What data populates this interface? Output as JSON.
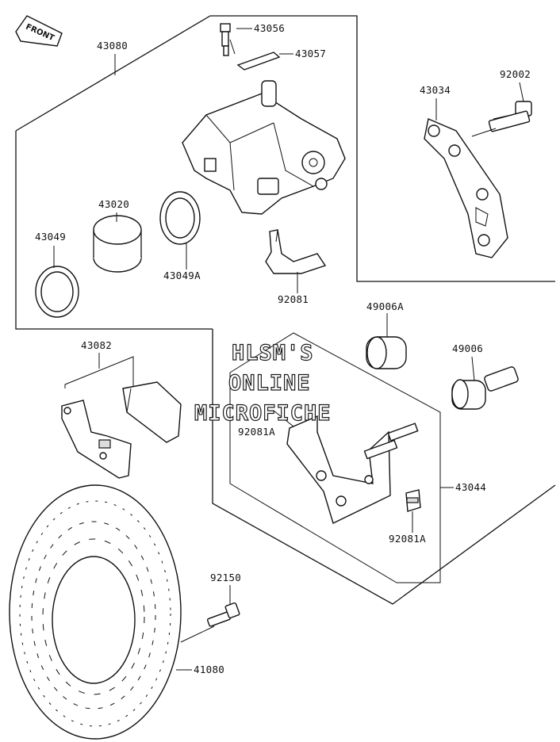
{
  "orientation": {
    "arrow_text": "FRONT",
    "icon": "front-arrow-icon"
  },
  "watermark": {
    "line1": "HLSM'S",
    "line2": "ONLINE",
    "line3": "MICROFICHE"
  },
  "parts": {
    "bleed_valve": "43056",
    "bleed_cap": "43057",
    "caliper_assy": "43080",
    "caliper_bracket": "43034",
    "bolt_bracket": "92002",
    "piston": "43020",
    "piston_seal": "43049",
    "dust_seal": "43049A",
    "spring_pad": "92081",
    "boot": "49006A",
    "boot_pin": "49006",
    "spring_clip": "92081A",
    "spring_clip_2": "92081A",
    "holder": "43044",
    "pad_set": "43082",
    "disc_bolt": "92150",
    "disc": "41080"
  }
}
